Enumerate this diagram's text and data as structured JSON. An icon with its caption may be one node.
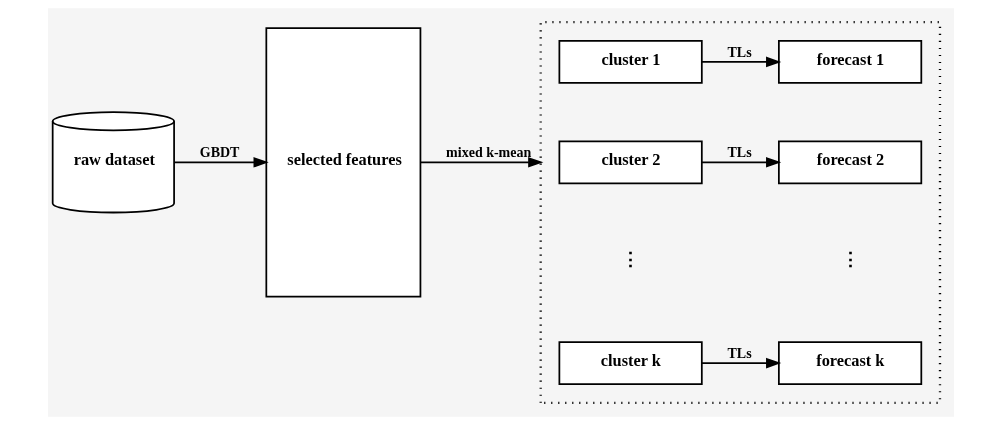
{
  "diagram": {
    "nodes": [
      {
        "text": [
          "raw dataset"
        ]
      },
      {
        "text": [
          "selected features"
        ]
      },
      {
        "text": [],
        "shape": "box"
      },
      {
        "text": [
          "cluster 1"
        ],
        "in": 2
      },
      {
        "text": [
          "forecast 1"
        ],
        "in": 2
      },
      {
        "text": [
          "cluster 2"
        ],
        "in": 2
      },
      {
        "text": [
          "forecast 2"
        ],
        "in": 2
      },
      {
        "text": [
          "cluster k"
        ],
        "in": 2
      },
      {
        "text": [
          "forecast k"
        ],
        "in": 2
      }
    ],
    "edges": [
      {
        "from": 0,
        "to": 1,
        "arrow": "to",
        "label": "GBDT"
      },
      {
        "from": 1,
        "to": 2,
        "arrow": "to",
        "label": "mixed k-mean"
      },
      {
        "from": 3,
        "to": 4,
        "arrow": "to",
        "label": "TLs"
      },
      {
        "from": 5,
        "to": 6,
        "arrow": "to",
        "label": "TLs"
      },
      {
        "from": 7,
        "to": 8,
        "arrow": "to",
        "label": "TLs"
      }
    ],
    "labels": [
      "⋮",
      "⋮"
    ]
  }
}
